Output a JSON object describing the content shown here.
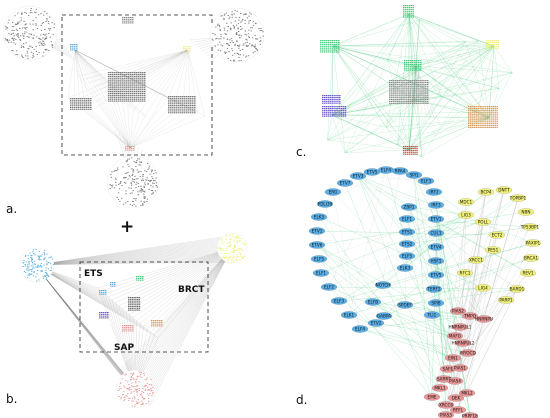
{
  "panels": {
    "a": {
      "letter": "a."
    },
    "b": {
      "letter": "b.",
      "labels": {
        "ets": "ETS",
        "brct": "BRCT",
        "sap": "SAP"
      }
    },
    "c": {
      "letter": "c."
    },
    "d": {
      "letter": "d."
    }
  },
  "plus": "+",
  "colors": {
    "blue": "#5aaee6",
    "yellow": "#f0f07a",
    "pink": "#e89696",
    "green": "#47c97a",
    "gray": "#888888",
    "purple": "#6a52c9",
    "orange": "#d79a5c"
  },
  "network_d": {
    "blue": [
      "ELK1",
      "ELF3",
      "ELF2",
      "ELF1",
      "ELF5",
      "ETV6",
      "ETV1",
      "ELK3",
      "PDLI39",
      "ERG",
      "ETV7",
      "ETV3",
      "ETV5",
      "ELF4",
      "RPA4",
      "SPI1",
      "ELF3",
      "IRF2",
      "IRF3",
      "ETV1",
      "CUL1",
      "ETV4",
      "HSF1",
      "ETV5",
      "TERF2",
      "SPIB",
      "FLI1",
      "ZBP1",
      "ELF1",
      "ETS1",
      "ETS2",
      "ELF5",
      "ELK3",
      "NOTCH",
      "ELFB",
      "GABPA",
      "ETV2",
      "ELF4",
      "SPDEF"
    ],
    "yellow": [
      "MDC1",
      "BCP4",
      "DNTT",
      "TOPBP1",
      "NBN",
      "TP53BP1",
      "PAXIP1",
      "BRCA1",
      "REV1",
      "BARD1",
      "LIG3",
      "POLL",
      "ECT2",
      "PES1",
      "XRCC1",
      "RFC1",
      "LIG4",
      "PARP1"
    ],
    "pink": [
      "PIAS2",
      "TMPO",
      "HNRNPU",
      "HNRNPUL1",
      "HNRNPUL2",
      "EIN1",
      "SAFB",
      "SARNP",
      "MAFG",
      "MYOCD",
      "PIAS1",
      "PIAS4",
      "MKL1",
      "MKL2",
      "EME",
      "DEK",
      "XRCC6",
      "RFFL",
      "PIAS3",
      "PRPF18"
    ]
  }
}
